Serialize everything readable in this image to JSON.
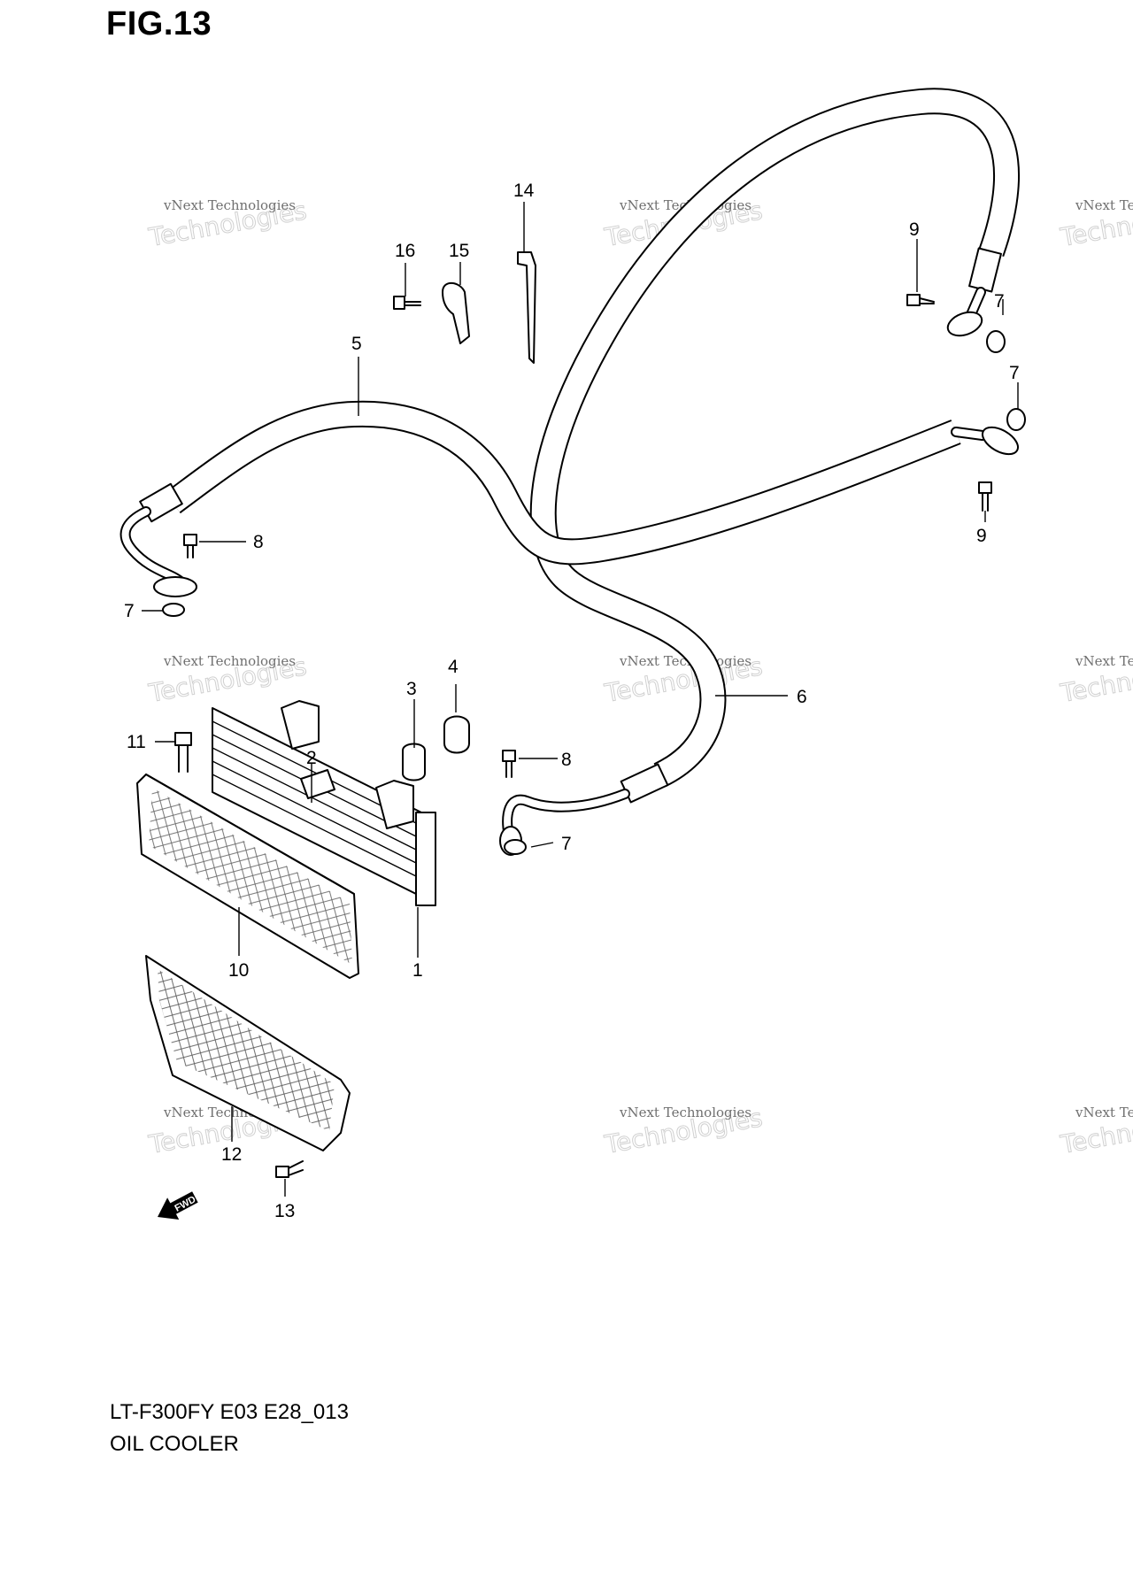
{
  "figure": {
    "title": "FIG.13",
    "model_code": "LT-F300FY E03 E28_013",
    "section_title": "OIL COOLER"
  },
  "callouts": [
    {
      "id": "c1",
      "label": "1"
    },
    {
      "id": "c2",
      "label": "2"
    },
    {
      "id": "c3",
      "label": "3"
    },
    {
      "id": "c4",
      "label": "4"
    },
    {
      "id": "c5",
      "label": "5"
    },
    {
      "id": "c6",
      "label": "6"
    },
    {
      "id": "c7a",
      "label": "7"
    },
    {
      "id": "c7b",
      "label": "7"
    },
    {
      "id": "c7c",
      "label": "7"
    },
    {
      "id": "c7d",
      "label": "7"
    },
    {
      "id": "c8a",
      "label": "8"
    },
    {
      "id": "c8b",
      "label": "8"
    },
    {
      "id": "c9a",
      "label": "9"
    },
    {
      "id": "c9b",
      "label": "9"
    },
    {
      "id": "c10",
      "label": "10"
    },
    {
      "id": "c11",
      "label": "11"
    },
    {
      "id": "c12",
      "label": "12"
    },
    {
      "id": "c13",
      "label": "13"
    },
    {
      "id": "c14",
      "label": "14"
    },
    {
      "id": "c15",
      "label": "15"
    },
    {
      "id": "c16",
      "label": "16"
    }
  ],
  "direction_arrow": {
    "label": "FWD"
  },
  "watermark": {
    "line1": "vNext Technologies",
    "line2": "vNext",
    "line3": "Technologies"
  }
}
